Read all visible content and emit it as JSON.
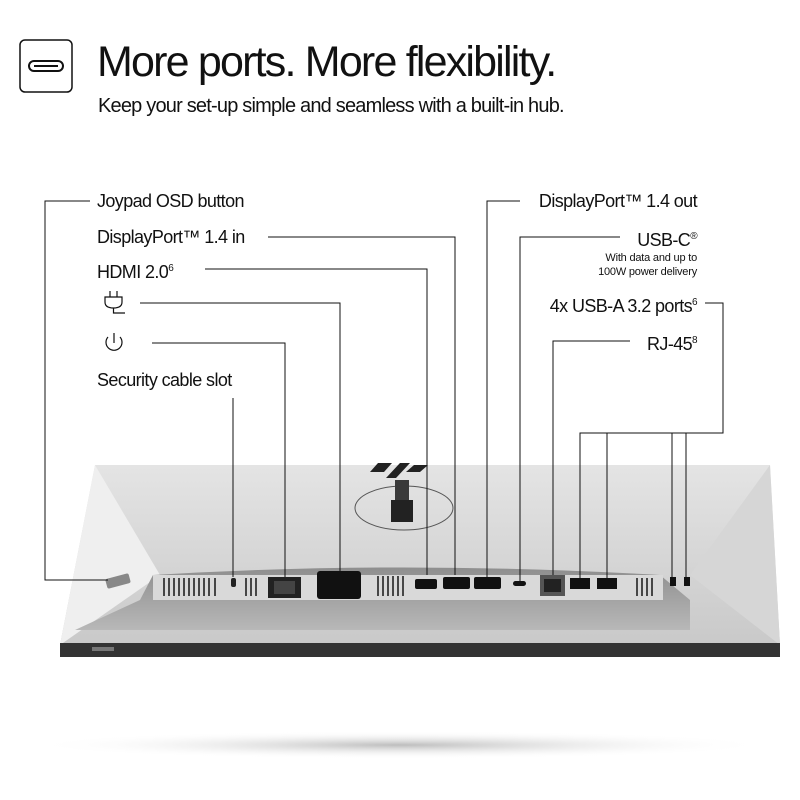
{
  "header": {
    "icon": "usb-c-port-icon",
    "title": "More ports. More flexibility.",
    "subtitle": "Keep your set-up simple and seamless with a built-in hub."
  },
  "labels_left": {
    "joypad": "Joypad OSD button",
    "dp_in": "DisplayPort™ 1.4 in",
    "hdmi": "HDMI 2.0",
    "hdmi_sup": "6",
    "power_plug_icon": "power-plug-icon",
    "power_button_icon": "power-button-icon",
    "security": "Security cable slot"
  },
  "labels_right": {
    "dp_out": "DisplayPort™ 1.4 out",
    "usbc": "USB-C",
    "usbc_sup": "®",
    "usbc_note_1": "With data and up to",
    "usbc_note_2": "100W power delivery",
    "usba": "4x USB-A 3.2 ports",
    "usba_sup": "6",
    "rj45": "RJ-45",
    "rj45_sup": "8"
  }
}
